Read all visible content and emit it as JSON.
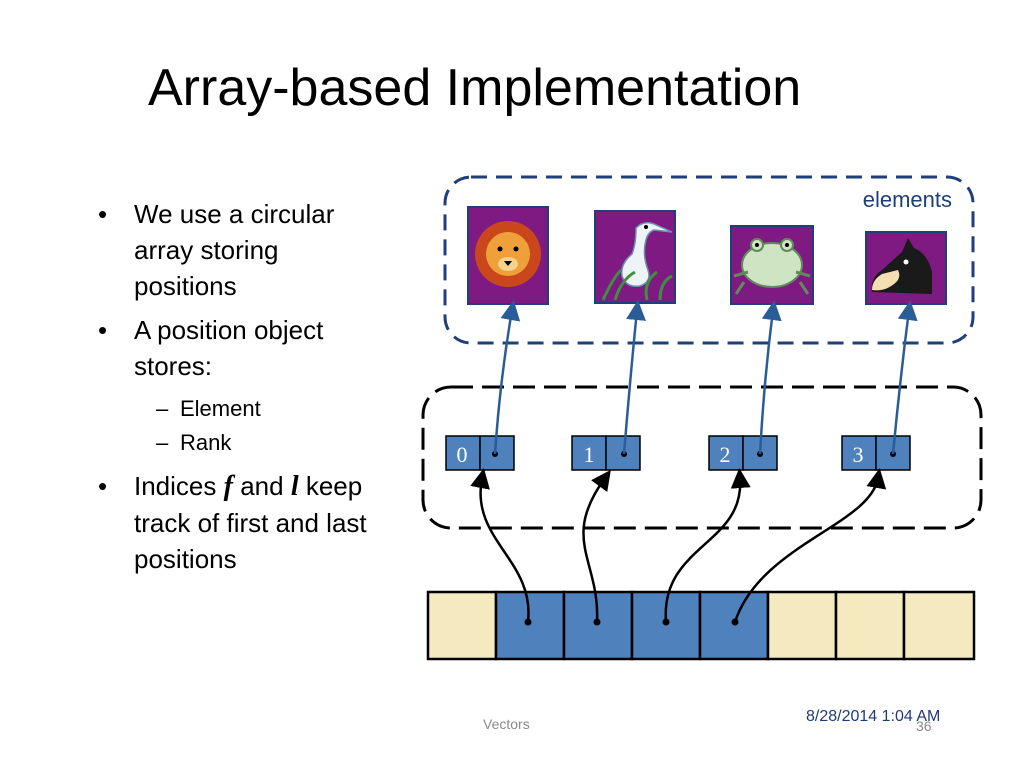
{
  "slide": {
    "title": "Array-based Implementation",
    "footer_center": "Vectors",
    "footer_date": "8/28/2014 1:04 AM",
    "page_number": "36"
  },
  "bullets": {
    "b1": "We use a circular array storing positions",
    "b2": "A position object stores:",
    "sub1": "Element",
    "sub2": "Rank",
    "b3_pre": "Indices",
    "b3_f": "f",
    "b3_mid": "and",
    "b3_l": "l",
    "b3_post": "keep track of first and last positions"
  },
  "diagram": {
    "elements_label": "elements",
    "animals": [
      "lion-icon",
      "heron-icon",
      "frog-icon",
      "horse-icon"
    ],
    "position_indices": [
      "0",
      "1",
      "2",
      "3"
    ],
    "array_cells": 8,
    "occupied_cells": [
      1,
      2,
      3,
      4
    ],
    "colors": {
      "cell_blue": "#4f81bd",
      "cell_empty": "#f4e9bf",
      "frame_blue": "#1f3f7a",
      "icon_bg": "#7f1a82",
      "arrow_blue": "#2a5c97"
    }
  }
}
